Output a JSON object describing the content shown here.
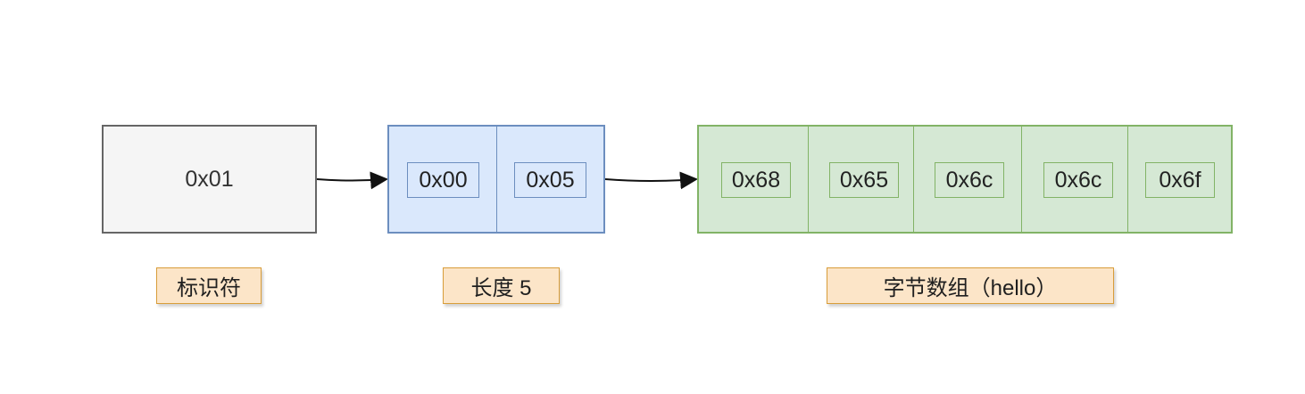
{
  "colors": {
    "gray_fill": "#f5f5f5",
    "gray_stroke": "#666666",
    "blue_fill": "#dae8fc",
    "blue_stroke": "#6c8ebf",
    "green_fill": "#d5e8d4",
    "green_stroke": "#82b366",
    "label_fill": "#fce5c8",
    "label_stroke": "#d89d3a"
  },
  "identifier": {
    "value": "0x01",
    "label": "标识符"
  },
  "length": {
    "bytes": [
      "0x00",
      "0x05"
    ],
    "label": "长度 5"
  },
  "byte_array": {
    "bytes": [
      "0x68",
      "0x65",
      "0x6c",
      "0x6c",
      "0x6f"
    ],
    "label": "字节数组（hello）"
  }
}
